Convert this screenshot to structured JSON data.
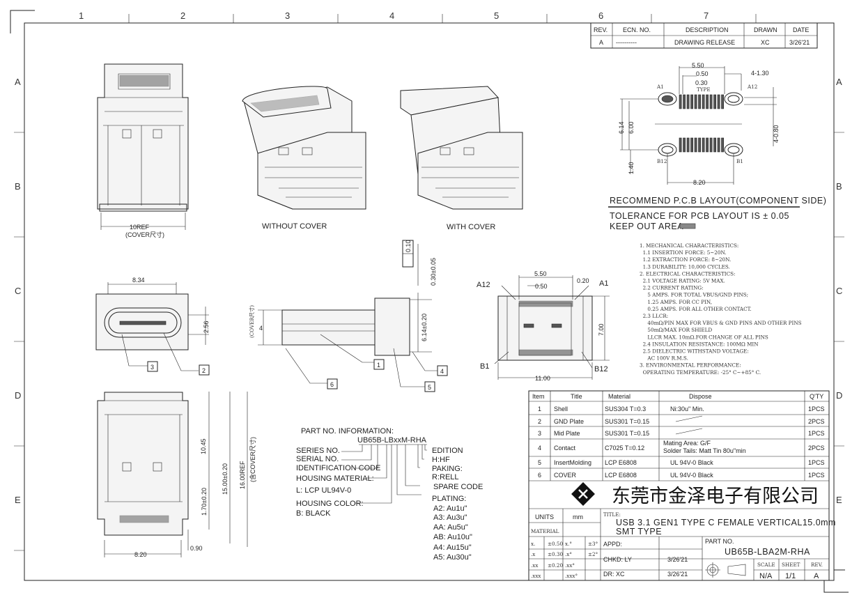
{
  "grid": {
    "cols": [
      "1",
      "2",
      "3",
      "4",
      "5",
      "6",
      "7"
    ],
    "rows": [
      "A",
      "B",
      "C",
      "D",
      "E"
    ]
  },
  "revision": {
    "headers": [
      "REV.",
      "ECN. NO.",
      "DESCRIPTION",
      "DRAWN",
      "DATE"
    ],
    "row": [
      "A",
      "----------",
      "DRAWING RELEASE",
      "XC",
      "3/26'21"
    ]
  },
  "views": {
    "without_cover": "WITHOUT COVER",
    "with_cover": "WITH COVER"
  },
  "dims": {
    "top_width": "10REF",
    "top_width_note": "(COVER尺寸)",
    "front_width": "8.34",
    "front_height": "2.56",
    "bottom_width": "8.20",
    "bottom_offset": "0.90",
    "h1": "10.45",
    "h2": "1.70±0.20",
    "h3": "15.00±0.20",
    "h4": "16.00REF",
    "h4_note": "(含COVER尺寸)",
    "flat": "0.10",
    "pin_t": "0.30±0.05",
    "side_h": "6.14±0.20",
    "cover_h": "4",
    "cover_note": "(COVER尺寸)",
    "bot_pitch": "5.50",
    "bot_p2": "0.50",
    "bot_p3": "0.20",
    "bot_a12": "A12",
    "bot_a1": "A1",
    "bot_h": "7.00",
    "bot_b1": "B1",
    "bot_b12": "B12",
    "bot_w": "11.00"
  },
  "balloons": [
    "1",
    "2",
    "3",
    "4",
    "5",
    "6"
  ],
  "pcb": {
    "d1": "5.50",
    "d2": "0.50",
    "d3": "0.30",
    "type": "TYPE",
    "d4": "4-1.30",
    "d5": "4-0.80",
    "d6": "6.14",
    "d7": "6.00",
    "d8": "1.40",
    "d9": "8.20",
    "a1": "A1",
    "a12": "A12",
    "b12": "B12",
    "b1": "B1",
    "title": "RECOMMEND P.C.B LAYOUT(COMPONENT SIDE)",
    "tolerance": "TOLERANCE FOR PCB LAYOUT IS ± 0.05",
    "keepout": "KEEP OUT AREA"
  },
  "notes": [
    "1. MECHANICAL CHARACTERISTICS:",
    "  1.1 INSERTION FORCE: 5~20N.",
    "  1.2 EXTRACTION FORCE: 8~20N.",
    "  1.3 DURABILITY: 10,000 CYCLES.",
    "2. ELECTRICAL CHARACTERISTICS:",
    "  2.1 VOLTAGE RATING: 5V MAX.",
    "  2.2 CURRENT RATING:",
    "     5 AMPS. FOR TOTAL VBUS/GND PINS;",
    "     1.25 AMPS. FOR CC PIN,",
    "     0.25 AMPS. FOR ALL OTHER CONTACT.",
    "  2.3 LLCR:",
    "     40mΩ/PIN MAX FOR VBUS & GND PINS AND OTHER PINS",
    "     50mΩ/MAX FOR SHIELD",
    "     LLCR MAX. 10mΩ.FOR CHANGE OF ALL PINS",
    "  2.4 INSULATION RESISTANCE: 100MΩ MIN",
    "  2.5 DIELECTRIC WITHSTAND VOLTAGE:",
    "     AC 100V R.M.S.",
    "3. ENVIRONMENTAL PERFORMANCE:",
    "  OPERATING TEMPERATURE: -25° C~+85° C."
  ],
  "part_info": {
    "title": "PART NO. INFORMATION:",
    "code": "UB65B-LBxxM-RHA",
    "left": [
      "SERIES NO.",
      "SERIAL NO.",
      "IDENTIFICATION CODE",
      "HOUSING MATERIAL:",
      "L: LCP   UL94V-0",
      "HOUSING COLOR:",
      "B: BLACK"
    ],
    "right": [
      "EDITION",
      "H:HF",
      "PAKING:",
      "R:RELL",
      "SPARE CODE",
      "PLATING:",
      "A2: Au1u\"",
      "A3: Au3u\"",
      "AA: Au5u\"",
      "AB: Au10u\"",
      "A4: Au15u\"",
      "A5: Au30u\""
    ]
  },
  "bom": {
    "headers": [
      "Item",
      "Title",
      "Material",
      "Dispose",
      "Q'TY"
    ],
    "rows": [
      [
        "1",
        "Shell",
        "SUS304 T=0.3",
        "Ni:30u\" Min.",
        "1PCS"
      ],
      [
        "2",
        "GND Plate",
        "SUS301 T=0.15",
        "",
        "2PCS"
      ],
      [
        "3",
        "Mid Plate",
        "SUS301   T=0.15",
        "",
        "1PCS"
      ],
      [
        "4",
        "Contact",
        "C7025 T=0.12",
        "Mating Area: G/F",
        "2PCS"
      ],
      [
        "5",
        "InsertMolding",
        "LCP E6808",
        "UL 94V-0 Black",
        "1PCS"
      ],
      [
        "6",
        "COVER",
        "LCP E6808",
        "UL 94V-0 Black",
        "1PCS"
      ]
    ],
    "row4_dispose2": "Solder Tails: Matt Tin 80u\"min"
  },
  "company": "东莞市金泽电子有限公司",
  "title_block": {
    "units_label": "UNITS",
    "units": "mm",
    "material_label": "MATERIAL",
    "title_label": "TITLE:",
    "title1": "USB 3.1 GEN1 TYPE C FEMALE VERTICAL15.0mm",
    "title2": "SMT TYPE",
    "tol": [
      [
        "x.",
        "±0.50",
        "x.°",
        "±3°"
      ],
      [
        ".x",
        "±0.30",
        ".x°",
        "±2°"
      ],
      [
        ".xx",
        "±0.20",
        ".xx°",
        ""
      ],
      [
        ".xxx",
        "",
        ".xxx°",
        ""
      ]
    ],
    "appd": "APPD:",
    "chkd": "CHKD: LY",
    "chkd_date": "3/26'21",
    "dr": "DR:     XC",
    "dr_date": "3/26'21",
    "part_label": "PART NO.",
    "part_no": "UB65B-LBA2M-RHA",
    "scale_label": "SCALE",
    "sheet_label": "SHEET",
    "rev_label": "REV.",
    "scale": "N/A",
    "sheet": "1/1",
    "rev": "A"
  }
}
